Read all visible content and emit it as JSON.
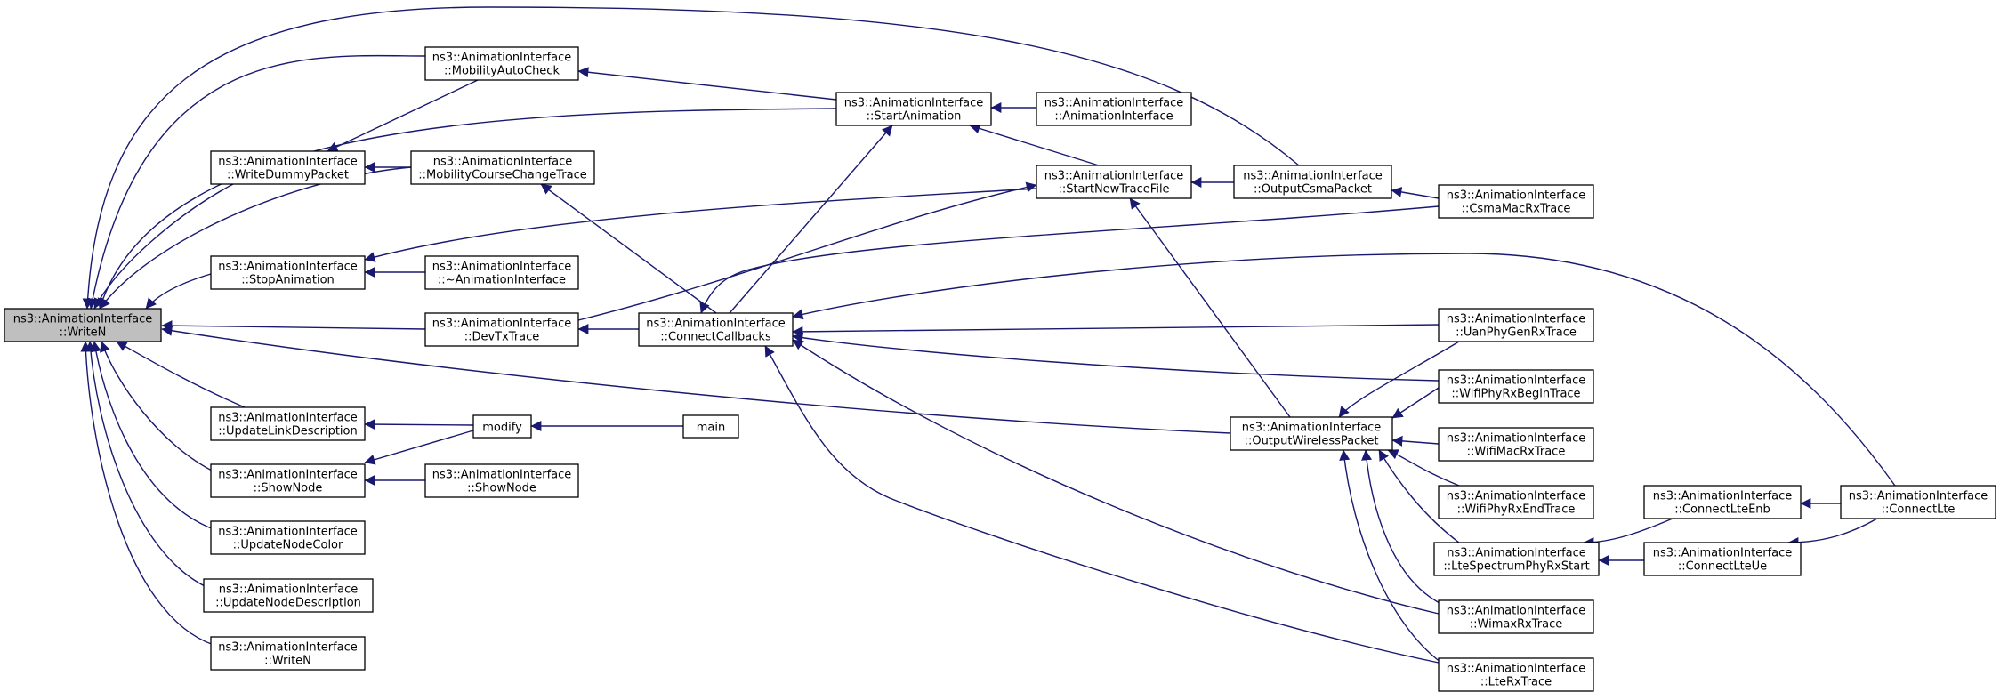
{
  "colors": {
    "edge": "#191970",
    "root_fill": "#bfbfbf",
    "node_fill": "#ffffff",
    "node_stroke": "#000000"
  },
  "nodes": [
    {
      "id": "writen_root",
      "lines": [
        "ns3::AnimationInterface",
        "::WriteN"
      ],
      "root": true
    },
    {
      "id": "mobility_auto_check",
      "lines": [
        "ns3::AnimationInterface",
        "::MobilityAutoCheck"
      ]
    },
    {
      "id": "write_dummy_packet",
      "lines": [
        "ns3::AnimationInterface",
        "::WriteDummyPacket"
      ]
    },
    {
      "id": "mobility_course_change",
      "lines": [
        "ns3::AnimationInterface",
        "::MobilityCourseChangeTrace"
      ]
    },
    {
      "id": "stop_animation",
      "lines": [
        "ns3::AnimationInterface",
        "::StopAnimation"
      ]
    },
    {
      "id": "destructor",
      "lines": [
        "ns3::AnimationInterface",
        "::~AnimationInterface"
      ]
    },
    {
      "id": "dev_tx_trace",
      "lines": [
        "ns3::AnimationInterface",
        "::DevTxTrace"
      ]
    },
    {
      "id": "update_link_description",
      "lines": [
        "ns3::AnimationInterface",
        "::UpdateLinkDescription"
      ]
    },
    {
      "id": "show_node",
      "lines": [
        "ns3::AnimationInterface",
        "::ShowNode"
      ]
    },
    {
      "id": "show_node_2",
      "lines": [
        "ns3::AnimationInterface",
        "::ShowNode"
      ]
    },
    {
      "id": "update_node_color",
      "lines": [
        "ns3::AnimationInterface",
        "::UpdateNodeColor"
      ]
    },
    {
      "id": "update_node_description",
      "lines": [
        "ns3::AnimationInterface",
        "::UpdateNodeDescription"
      ]
    },
    {
      "id": "writen_leaf",
      "lines": [
        "ns3::AnimationInterface",
        "::WriteN"
      ]
    },
    {
      "id": "modify",
      "lines": [
        "modify"
      ]
    },
    {
      "id": "main",
      "lines": [
        "main"
      ]
    },
    {
      "id": "start_animation",
      "lines": [
        "ns3::AnimationInterface",
        "::StartAnimation"
      ]
    },
    {
      "id": "ctor",
      "lines": [
        "ns3::AnimationInterface",
        "::AnimationInterface"
      ]
    },
    {
      "id": "start_new_trace_file",
      "lines": [
        "ns3::AnimationInterface",
        "::StartNewTraceFile"
      ]
    },
    {
      "id": "connect_callbacks",
      "lines": [
        "ns3::AnimationInterface",
        "::ConnectCallbacks"
      ]
    },
    {
      "id": "output_csma_packet",
      "lines": [
        "ns3::AnimationInterface",
        "::OutputCsmaPacket"
      ]
    },
    {
      "id": "csma_mac_rx_trace",
      "lines": [
        "ns3::AnimationInterface",
        "::CsmaMacRxTrace"
      ]
    },
    {
      "id": "output_wireless_packet",
      "lines": [
        "ns3::AnimationInterface",
        "::OutputWirelessPacket"
      ]
    },
    {
      "id": "uan_phy_gen_rx_trace",
      "lines": [
        "ns3::AnimationInterface",
        "::UanPhyGenRxTrace"
      ]
    },
    {
      "id": "wifi_phy_rx_begin_trace",
      "lines": [
        "ns3::AnimationInterface",
        "::WifiPhyRxBeginTrace"
      ]
    },
    {
      "id": "wifi_mac_rx_trace",
      "lines": [
        "ns3::AnimationInterface",
        "::WifiMacRxTrace"
      ]
    },
    {
      "id": "wifi_phy_rx_end_trace",
      "lines": [
        "ns3::AnimationInterface",
        "::WifiPhyRxEndTrace"
      ]
    },
    {
      "id": "lte_spectrum_phy_rx_start",
      "lines": [
        "ns3::AnimationInterface",
        "::LteSpectrumPhyRxStart"
      ]
    },
    {
      "id": "wimax_rx_trace",
      "lines": [
        "ns3::AnimationInterface",
        "::WimaxRxTrace"
      ]
    },
    {
      "id": "lte_rx_trace",
      "lines": [
        "ns3::AnimationInterface",
        "::LteRxTrace"
      ]
    },
    {
      "id": "connect_lte_enb",
      "lines": [
        "ns3::AnimationInterface",
        "::ConnectLteEnb"
      ]
    },
    {
      "id": "connect_lte_ue",
      "lines": [
        "ns3::AnimationInterface",
        "::ConnectLteUe"
      ]
    },
    {
      "id": "connect_lte",
      "lines": [
        "ns3::AnimationInterface",
        "::ConnectLte"
      ]
    }
  ],
  "edges": [
    {
      "from": "mobility_auto_check",
      "to": "writen_root"
    },
    {
      "from": "write_dummy_packet",
      "to": "writen_root"
    },
    {
      "from": "mobility_course_change",
      "to": "writen_root"
    },
    {
      "from": "stop_animation",
      "to": "writen_root"
    },
    {
      "from": "dev_tx_trace",
      "to": "writen_root"
    },
    {
      "from": "update_link_description",
      "to": "writen_root"
    },
    {
      "from": "show_node",
      "to": "writen_root"
    },
    {
      "from": "update_node_color",
      "to": "writen_root"
    },
    {
      "from": "update_node_description",
      "to": "writen_root"
    },
    {
      "from": "writen_leaf",
      "to": "writen_root"
    },
    {
      "from": "start_animation",
      "to": "writen_root"
    },
    {
      "from": "output_csma_packet",
      "to": "writen_root"
    },
    {
      "from": "output_wireless_packet",
      "to": "writen_root"
    },
    {
      "from": "start_animation",
      "to": "mobility_auto_check"
    },
    {
      "from": "mobility_auto_check",
      "to": "write_dummy_packet"
    },
    {
      "from": "mobility_course_change",
      "to": "write_dummy_packet"
    },
    {
      "from": "connect_callbacks",
      "to": "mobility_course_change"
    },
    {
      "from": "start_new_trace_file",
      "to": "stop_animation"
    },
    {
      "from": "destructor",
      "to": "stop_animation"
    },
    {
      "from": "connect_callbacks",
      "to": "dev_tx_trace"
    },
    {
      "from": "modify",
      "to": "update_link_description"
    },
    {
      "from": "modify",
      "to": "show_node"
    },
    {
      "from": "show_node_2",
      "to": "show_node"
    },
    {
      "from": "main",
      "to": "modify"
    },
    {
      "from": "ctor",
      "to": "start_animation"
    },
    {
      "from": "start_new_trace_file",
      "to": "start_animation"
    },
    {
      "from": "connect_callbacks",
      "to": "start_animation"
    },
    {
      "from": "output_csma_packet",
      "to": "start_new_trace_file"
    },
    {
      "from": "output_wireless_packet",
      "to": "start_new_trace_file"
    },
    {
      "from": "dev_tx_trace",
      "to": "start_new_trace_file"
    },
    {
      "from": "csma_mac_rx_trace",
      "to": "output_csma_packet"
    },
    {
      "from": "csma_mac_rx_trace",
      "to": "connect_callbacks"
    },
    {
      "from": "connect_lte",
      "to": "connect_callbacks"
    },
    {
      "from": "uan_phy_gen_rx_trace",
      "to": "connect_callbacks"
    },
    {
      "from": "wifi_phy_rx_begin_trace",
      "to": "connect_callbacks"
    },
    {
      "from": "wimax_rx_trace",
      "to": "connect_callbacks"
    },
    {
      "from": "lte_rx_trace",
      "to": "connect_callbacks"
    },
    {
      "from": "uan_phy_gen_rx_trace",
      "to": "output_wireless_packet"
    },
    {
      "from": "wifi_phy_rx_begin_trace",
      "to": "output_wireless_packet"
    },
    {
      "from": "wifi_mac_rx_trace",
      "to": "output_wireless_packet"
    },
    {
      "from": "wifi_phy_rx_end_trace",
      "to": "output_wireless_packet"
    },
    {
      "from": "lte_spectrum_phy_rx_start",
      "to": "output_wireless_packet"
    },
    {
      "from": "wimax_rx_trace",
      "to": "output_wireless_packet"
    },
    {
      "from": "lte_rx_trace",
      "to": "output_wireless_packet"
    },
    {
      "from": "connect_lte_enb",
      "to": "lte_spectrum_phy_rx_start"
    },
    {
      "from": "connect_lte_ue",
      "to": "lte_spectrum_phy_rx_start"
    },
    {
      "from": "connect_lte",
      "to": "connect_lte_enb"
    },
    {
      "from": "connect_lte",
      "to": "connect_lte_ue"
    }
  ]
}
